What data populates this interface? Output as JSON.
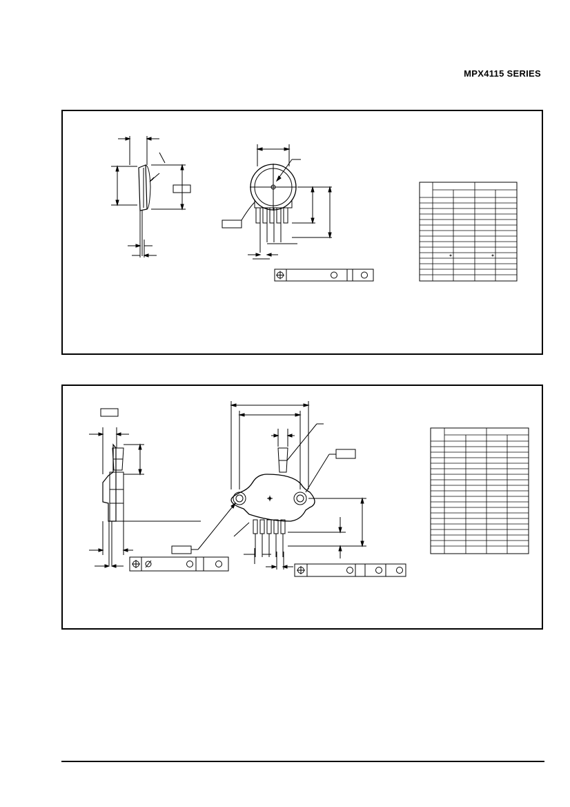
{
  "header": {
    "series_title": "MPX4115 SERIES"
  },
  "colors": {
    "ink": "#000000",
    "paper": "#ffffff"
  },
  "drawings": [
    {
      "id": "package-outline-1",
      "views": [
        "side-view",
        "front-view",
        "dimension-table"
      ]
    },
    {
      "id": "package-outline-2",
      "views": [
        "side-view",
        "front-view",
        "dimension-table"
      ]
    }
  ]
}
